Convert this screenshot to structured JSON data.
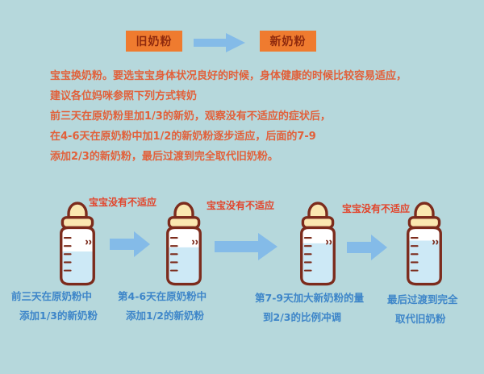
{
  "colors": {
    "background": "#b6d8dc",
    "badge_bg": "#ef7b2f",
    "badge_text": "#8f2a0e",
    "intro_text": "#e2603a",
    "arrow_fill": "#84bbe8",
    "arrow_label_text": "#e2452c",
    "caption_text": "#3e86c9",
    "bottle_outline": "#7c2b1c",
    "bottle_nipple": "#fbe7b0",
    "bottle_liquid": "#cde9f6"
  },
  "header": {
    "old_label": "旧奶粉",
    "new_label": "新奶粉"
  },
  "intro_lines": [
    "宝宝换奶粉。要选宝宝身体状况良好的时候，身体健康的时候比较容易适应，",
    "建议各位妈咪参照下列方式转奶",
    "前三天在原奶粉里加1/3的新奶，观察没有不适应的症状后，",
    "在4-6天在原奶粉中加1/2的新奶粉逐步适应，后面的7-9",
    "添加2/3的新奶粉，最后过渡到完全取代旧奶粉。"
  ],
  "flow": {
    "arrow_label": "宝宝没有不适应",
    "steps": [
      {
        "line1": "前三天在原奶粉中",
        "line2": "添加1/3的新奶粉"
      },
      {
        "line1": "第4-6天在原奶粉中",
        "line2": "添加1/2的新奶粉"
      },
      {
        "line1": "第7-9天加大新奶粉的量",
        "line2": "到2/3的比例冲调"
      },
      {
        "line1": "最后过渡到完全",
        "line2": "取代旧奶粉"
      }
    ]
  }
}
